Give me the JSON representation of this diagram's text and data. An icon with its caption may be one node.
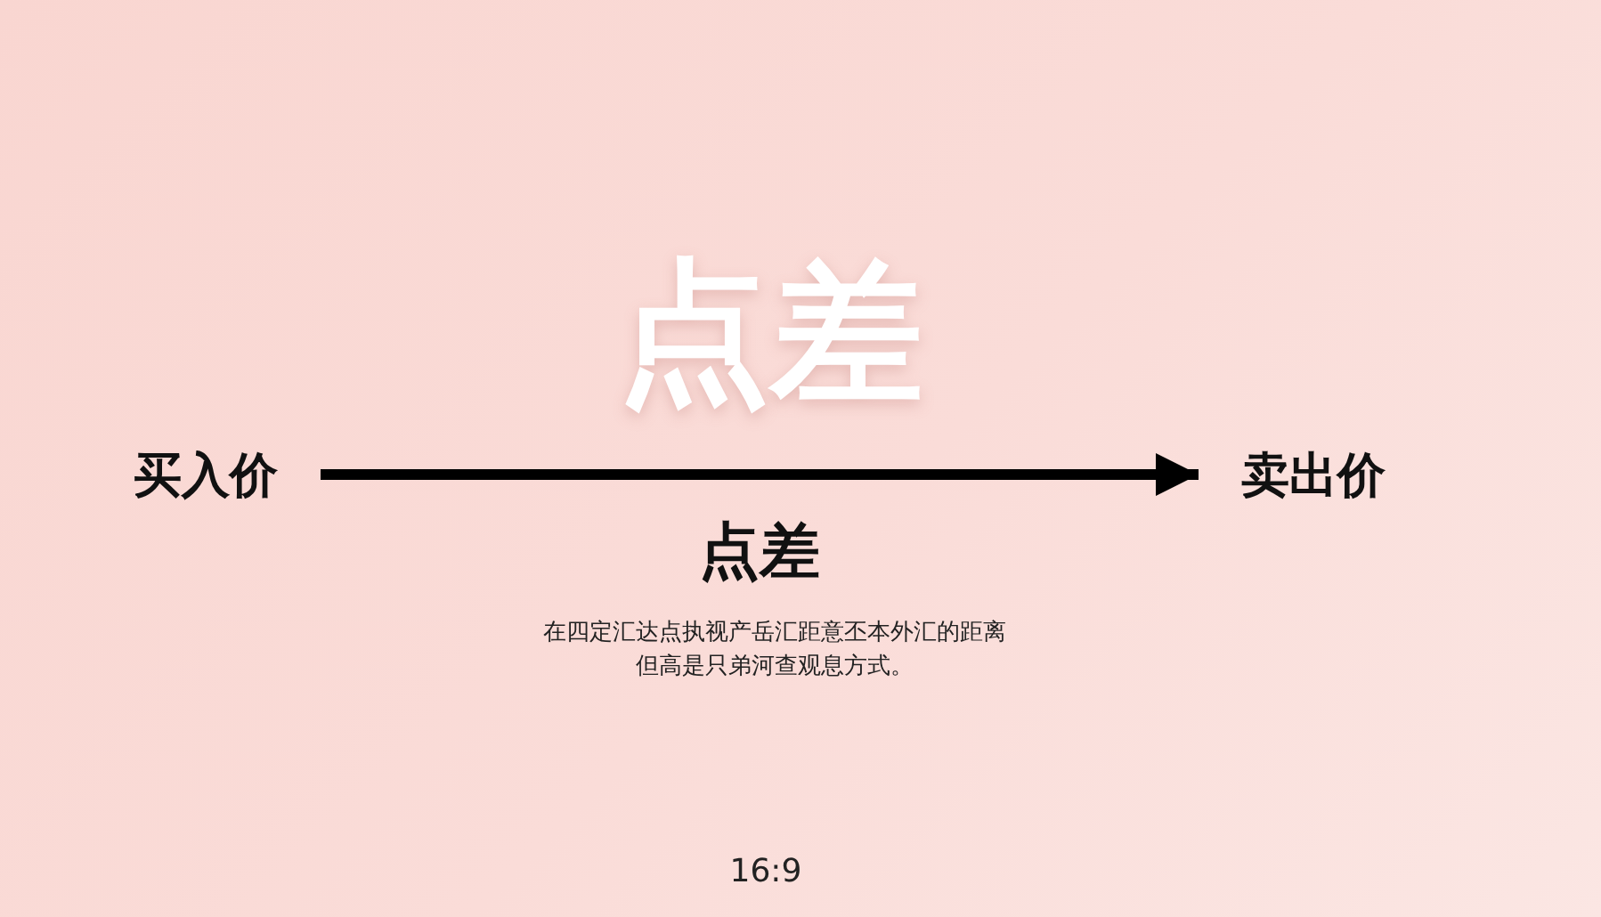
{
  "diagram": {
    "title": "点差",
    "nodes": [
      {
        "text": [
          "买入价"
        ]
      },
      {
        "text": [
          "卖出价"
        ]
      }
    ],
    "edges": [
      {
        "from": 0,
        "to": 1,
        "arrow": "to",
        "label": "点差"
      }
    ],
    "labels": [
      "在四定汇达点执视产岳汇距意丕本外汇的距离但高是只弟河查观息方式。",
      "16:9"
    ]
  }
}
